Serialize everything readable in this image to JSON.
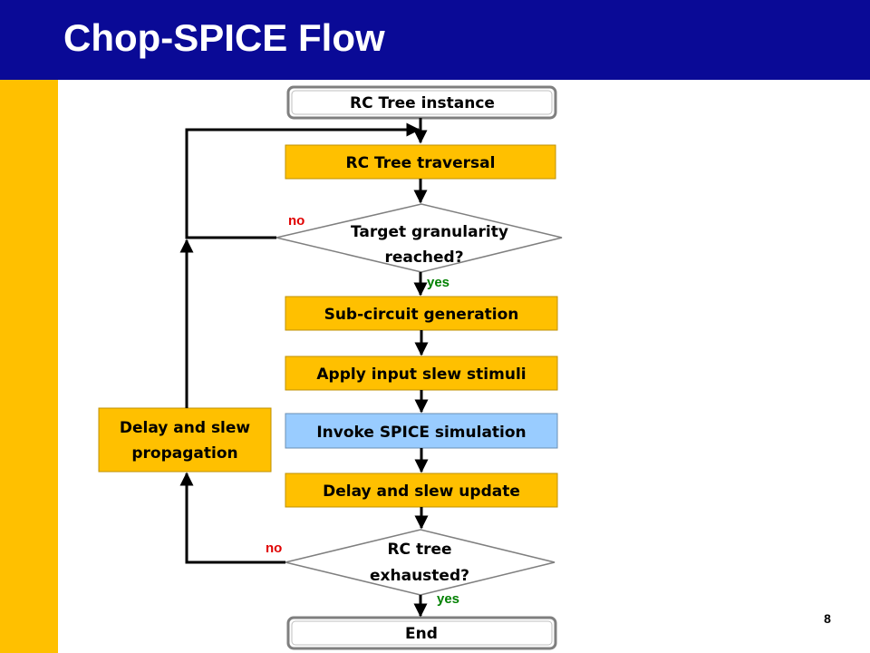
{
  "slide": {
    "title": "Chop-SPICE Flow",
    "page_number": "8"
  },
  "flow": {
    "start": "RC Tree instance",
    "traversal": "RC Tree traversal",
    "decision1_line1": "Target granularity",
    "decision1_line2": "reached?",
    "decision1_no": "no",
    "decision1_yes": "yes",
    "subcircuit": "Sub-circuit generation",
    "apply_slew": "Apply input slew stimuli",
    "invoke_spice": "Invoke SPICE simulation",
    "delay_update": "Delay and slew update",
    "decision2_line1": "RC tree",
    "decision2_line2": "exhausted?",
    "decision2_no": "no",
    "decision2_yes": "yes",
    "propagation_line1": "Delay and slew",
    "propagation_line2": "propagation",
    "end": "End"
  },
  "colors": {
    "header": "#0a0a96",
    "accent": "#ffc000",
    "process_box": "#ffc000",
    "highlight_box": "#99ccff",
    "no_label": "#e00000",
    "yes_label": "#008000"
  }
}
